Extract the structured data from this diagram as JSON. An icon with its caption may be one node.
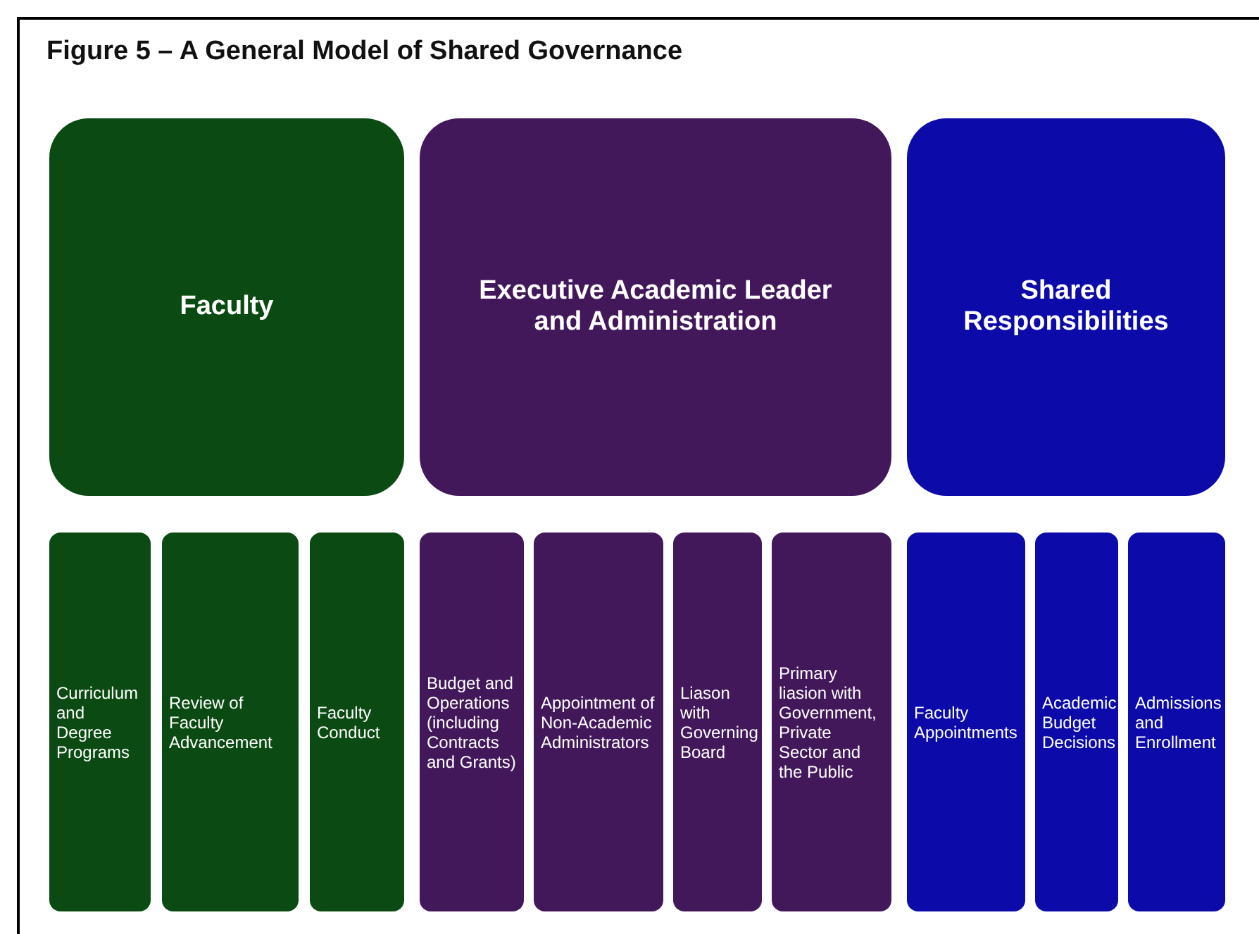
{
  "diagram": {
    "title": "Figure 5 – A General Model of Shared Governance",
    "nodes": [
      {
        "text": [
          "Faculty"
        ]
      },
      {
        "text": [
          "Executive Academic Leader and Administration"
        ]
      },
      {
        "text": [
          "Shared Responsibilities"
        ]
      },
      {
        "text": [
          "Curriculum and Degree Programs"
        ]
      },
      {
        "text": [
          "Review of Faculty Advancement"
        ]
      },
      {
        "text": [
          "Faculty Conduct"
        ]
      },
      {
        "text": [
          "Budget and Operations (including Contracts and Grants)"
        ]
      },
      {
        "text": [
          "Appointment of Non-Academic Administrators"
        ]
      },
      {
        "text": [
          "Liason with Governing Board"
        ]
      },
      {
        "text": [
          "Primary liasion with Government, Private Sector and the Public"
        ]
      },
      {
        "text": [
          "Faculty Appointments"
        ]
      },
      {
        "text": [
          "Academic Budget Decisions"
        ]
      },
      {
        "text": [
          "Admissions and Enrollment"
        ]
      }
    ],
    "edges": []
  }
}
